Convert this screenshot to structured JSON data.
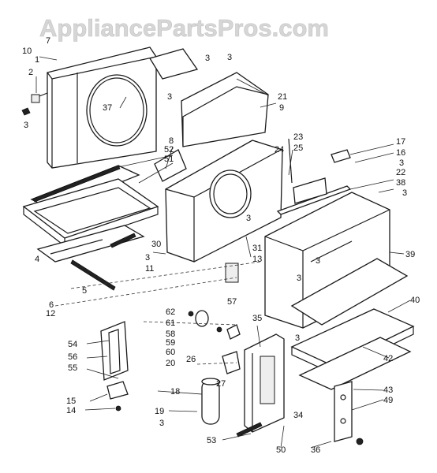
{
  "watermark": "AppliancePartsPros.com",
  "callouts": {
    "c1": "1",
    "c2": "2",
    "c3a": "3",
    "c3b": "3",
    "c3c": "3",
    "c3d": "3",
    "c3e": "3",
    "c3f": "3",
    "c3g": "3",
    "c3h": "3",
    "c3i": "3",
    "c3j": "3",
    "c3k": "3",
    "c3l": "3",
    "c4": "4",
    "c5": "5",
    "c6": "6",
    "c7": "7",
    "c8": "8",
    "c9": "9",
    "c10": "10",
    "c11": "11",
    "c12": "12",
    "c13": "13",
    "c14": "14",
    "c15": "15",
    "c16": "16",
    "c17": "17",
    "c18": "18",
    "c19": "19",
    "c20": "20",
    "c21": "21",
    "c22": "22",
    "c23": "23",
    "c24": "24",
    "c25": "25",
    "c26": "26",
    "c27": "27",
    "c30": "30",
    "c31": "31",
    "c34": "34",
    "c35": "35",
    "c36": "36",
    "c37": "37",
    "c38": "38",
    "c39": "39",
    "c40": "40",
    "c42": "42",
    "c43": "43",
    "c49": "49",
    "c50": "50",
    "c51": "51",
    "c52": "52",
    "c53": "53",
    "c54": "54",
    "c55": "55",
    "c56": "56",
    "c57": "57",
    "c58": "58",
    "c59": "59",
    "c60": "60",
    "c61": "61",
    "c62": "62"
  }
}
